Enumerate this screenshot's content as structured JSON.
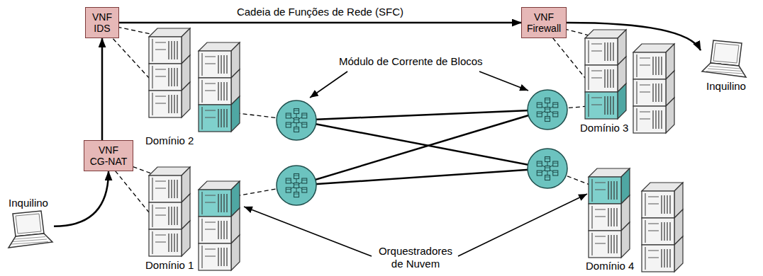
{
  "diagram": {
    "nodes": [
      {
        "text": [
          "VNF IDS"
        ]
      },
      {
        "text": [
          "VNF Firewall"
        ]
      },
      {
        "text": [
          "Inquilino"
        ]
      },
      {
        "text": [
          "VNF CG-NAT"
        ]
      },
      {
        "text": [
          "Inquilino"
        ]
      }
    ],
    "edges": [
      {
        "from": 4,
        "to": 3,
        "arrow": "to"
      },
      {
        "from": 3,
        "to": 0,
        "arrow": "to"
      },
      {
        "from": 0,
        "to": 1,
        "arrow": "to",
        "label": "Cadeia de Funções de Rede (SFC)"
      },
      {
        "from": 1,
        "to": 2,
        "arrow": "to"
      }
    ],
    "labels": [
      "Módulo de Corrente de Blocos",
      "Domínio 2",
      "Domínio 3",
      "Domínio 1",
      "Orquestradores de Nuvem",
      "Domínio 4"
    ]
  }
}
